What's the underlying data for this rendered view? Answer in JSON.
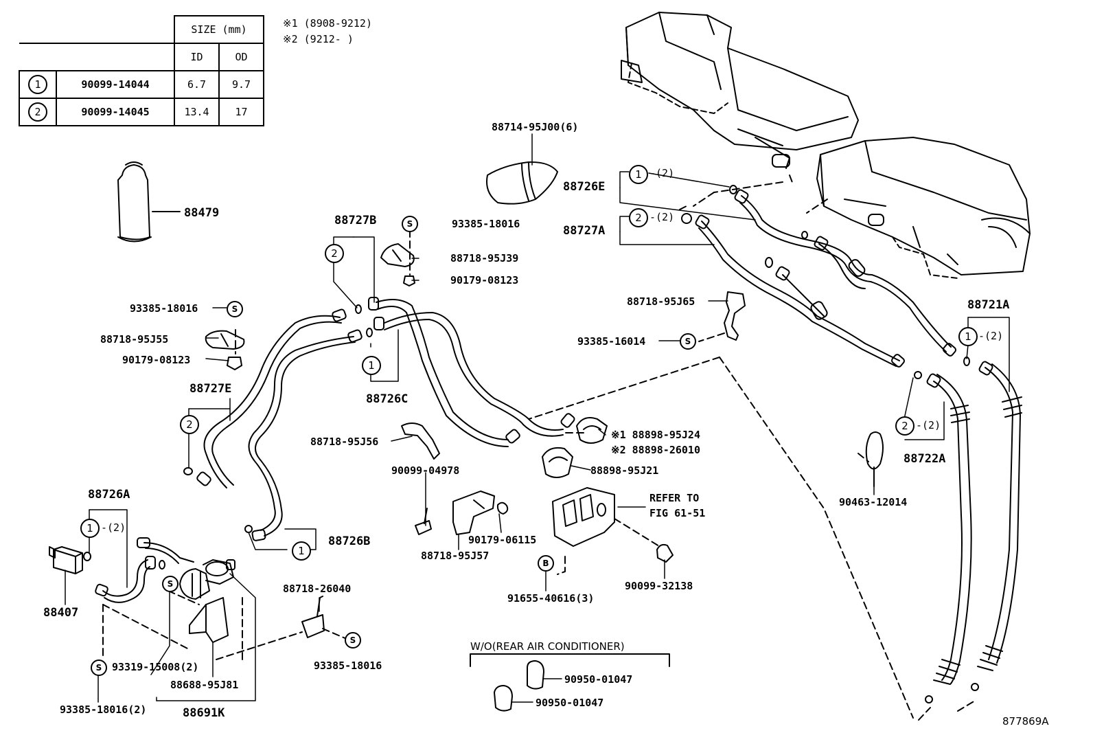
{
  "size_table": {
    "header": "SIZE (mm)",
    "col_id": "ID",
    "col_od": "OD",
    "rows": [
      {
        "key": "1",
        "part": "90099-14044",
        "id": "6.7",
        "od": "9.7"
      },
      {
        "key": "2",
        "part": "90099-14045",
        "id": "13.4",
        "od": "17"
      }
    ]
  },
  "notes": {
    "note1": "※1 (8908-9212)",
    "note2": "※2 (9212-      )"
  },
  "labels": {
    "p88479": "88479",
    "p88714": "88714-95J00(6)",
    "p88726E": "88726E",
    "p88727A": "88727A",
    "q_1_2_e": "-(2)",
    "q_2_2_a": "-(2)",
    "p88727B": "88727B",
    "p93385_top": "93385-18016",
    "p88718_95J39": "88718-95J39",
    "p90179_08123_top": "90179-08123",
    "p93385_left": "93385-18016",
    "p88718_95J55": "88718-95J55",
    "p90179_08123_left": "90179-08123",
    "p88727E": "88727E",
    "p88726C": "88726C",
    "p88718_95J65": "88718-95J65",
    "p93385_16014": "93385-16014",
    "p88721A": "88721A",
    "q_1_2_r": "-(2)",
    "p88718_95J56": "88718-95J56",
    "p88898_95J24": "※1 88898-95J24",
    "p88898_26010": "※2 88898-26010",
    "p88898_95J21": "88898-95J21",
    "p90099_04978": "90099-04978",
    "refer1": "REFER TO",
    "refer2": "FIG 61-51",
    "p90179_06115": "90179-06115",
    "p88718_95J57": "88718-95J57",
    "p88726A": "88726A",
    "q_1_2_b": "-(2)",
    "p88726B": "88726B",
    "p88407": "88407",
    "p88718_26040": "88718-26040",
    "p91655": "91655-40616(3)",
    "p90099_32138": "90099-32138",
    "p90463": "90463-12014",
    "p88722A": "88722A",
    "q_2_2_r": "-(2)",
    "p93319": "93319-15008(2)",
    "p88688": "88688-95J81",
    "p93385_btm": "93385-18016",
    "p93385_2": "93385-18016(2)",
    "p88691K": "88691K",
    "wo_rear": "W/O(REAR AIR CONDITIONER)",
    "p90950_a": "90950-01047",
    "p90950_b": "90950-01047",
    "fig_code": "877869A"
  },
  "callouts": {
    "c1": "1",
    "c2": "2",
    "s": "S",
    "b": "B"
  }
}
